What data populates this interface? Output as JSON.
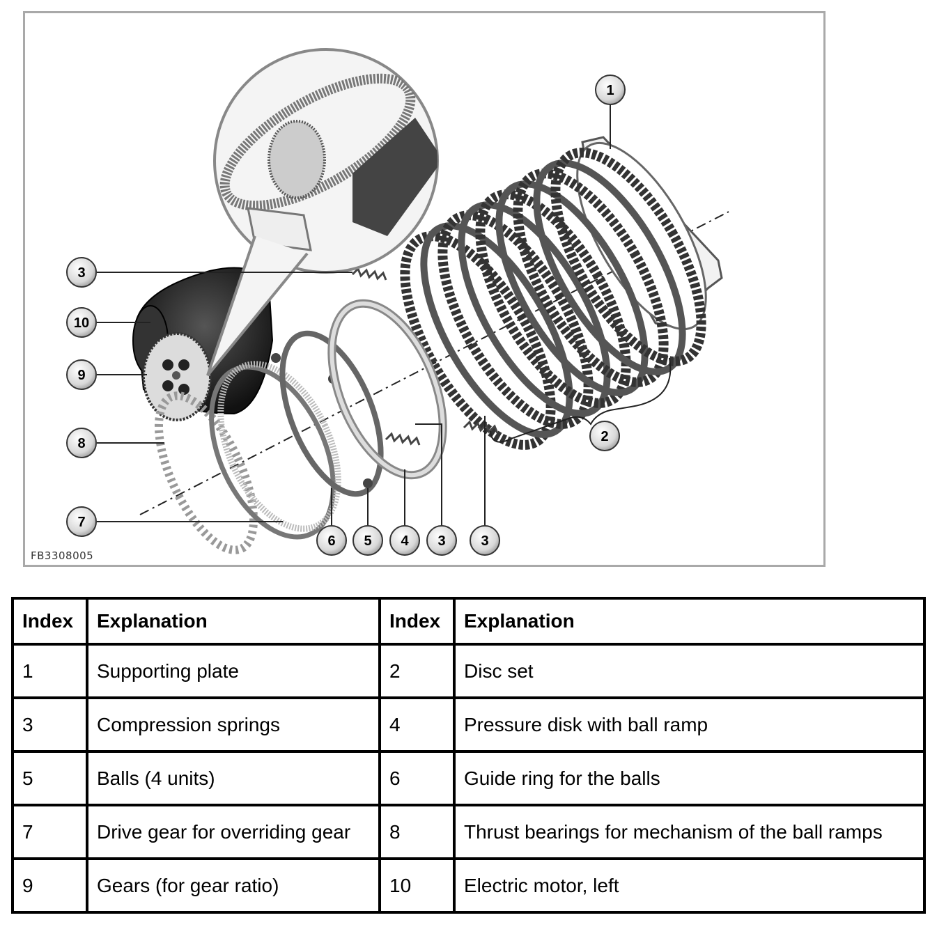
{
  "figure": {
    "code": "FB3308005",
    "callouts": [
      "1",
      "2",
      "3",
      "3",
      "3",
      "3",
      "4",
      "5",
      "6",
      "7",
      "8",
      "9",
      "10"
    ]
  },
  "table": {
    "headers": [
      "Index",
      "Explanation",
      "Index",
      "Explanation"
    ],
    "rows": [
      [
        "1",
        "Supporting plate",
        "2",
        "Disc set"
      ],
      [
        "3",
        "Compression springs",
        "4",
        "Pressure disk with ball ramp"
      ],
      [
        "5",
        "Balls (4 units)",
        "6",
        "Guide ring for the balls"
      ],
      [
        "7",
        "Drive gear for overriding gear",
        "8",
        "Thrust bearings for mechanism of the ball ramps"
      ],
      [
        "9",
        "Gears (for gear ratio)",
        "10",
        "Electric motor, left"
      ]
    ]
  }
}
